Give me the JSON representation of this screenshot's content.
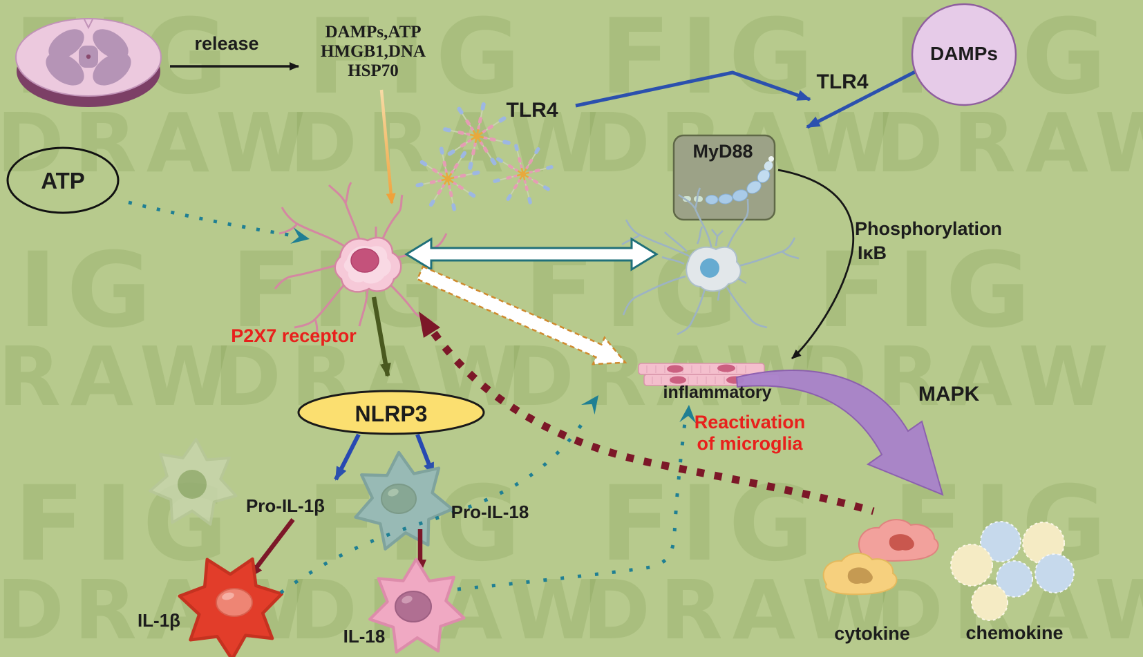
{
  "figure": {
    "background_color": "#b7ca8d",
    "watermark": {
      "line1": "FIG",
      "line2": "DRAW"
    },
    "labels": {
      "release": "release",
      "released_molecules": [
        "DAMPs,ATP",
        "HMGB1,DNA",
        "HSP70"
      ],
      "atp": "ATP",
      "tlr4_left": "TLR4",
      "tlr4_right": "TLR4",
      "damps": "DAMPs",
      "myd88": "MyD88",
      "phosphorylation_line1": "Phosphorylation",
      "phosphorylation_line2": "IκB",
      "p2x7_receptor": "P2X7 receptor",
      "nlrp3": "NLRP3",
      "pro_il1b": "Pro-IL-1β",
      "pro_il18": "Pro-IL-18",
      "il1b": "IL-1β",
      "il18": "IL-18",
      "inflammatory": "inflammatory",
      "reactivation_line1": "Reactivation",
      "reactivation_line2": "of microglia",
      "mapk": "MAPK",
      "cytokine": "cytokine",
      "chemokine": "chemokine"
    },
    "colors": {
      "background": "#b7ca8d",
      "accent_blue": "#2b50ae",
      "accent_teal": "#1f7f93",
      "accent_maroon": "#7c1728",
      "accent_red": "#e8201c",
      "accent_purple": "#a982cb",
      "accent_orange": "#efa23b",
      "accent_olive": "#49591f",
      "nlrp3_fill": "#fbdf70",
      "damps_fill": "#e6cbe8",
      "myd88_fill": "#9ca287",
      "neuron_pink": "#f6c9d8",
      "neuron_blue": "#e2e7ea",
      "il1b_cell": "#e23d2a",
      "il18_cell": "#f0a9c3",
      "pro_il18_cell": "#98bab5"
    }
  }
}
